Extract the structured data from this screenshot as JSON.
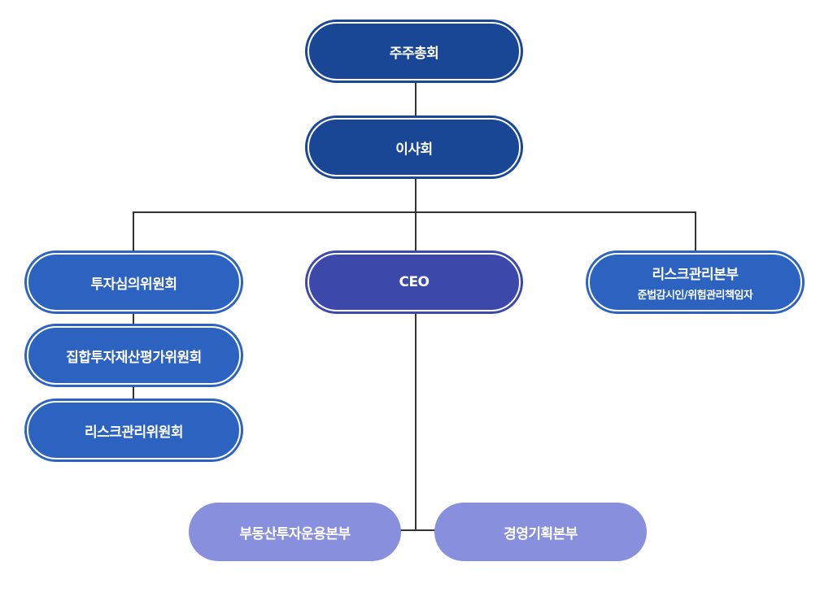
{
  "chart_data": {
    "type": "org-chart",
    "nodes": [
      {
        "id": "shareholders",
        "label": "주주총회",
        "parent": null
      },
      {
        "id": "board",
        "label": "이사회",
        "parent": "shareholders"
      },
      {
        "id": "investment-committee",
        "label": "투자심의위원회",
        "parent": "board"
      },
      {
        "id": "valuation-committee",
        "label": "집합투자재산평가위원회",
        "parent": "investment-committee"
      },
      {
        "id": "risk-committee",
        "label": "리스크관리위원회",
        "parent": "valuation-committee"
      },
      {
        "id": "ceo",
        "label": "CEO",
        "parent": "board"
      },
      {
        "id": "risk-division",
        "label": "리스크관리본부",
        "sublabel": "준법감시인/위험관리책임자",
        "parent": "board"
      },
      {
        "id": "real-estate-division",
        "label": "부동산투자운용본부",
        "parent": "ceo"
      },
      {
        "id": "planning-division",
        "label": "경영기획본부",
        "parent": "ceo"
      }
    ]
  },
  "nodes": {
    "shareholders": {
      "label": "주주총회"
    },
    "board": {
      "label": "이사회"
    },
    "investment_committee": {
      "label": "투자심의위원회"
    },
    "valuation_committee": {
      "label": "집합투자재산평가위원회"
    },
    "risk_committee": {
      "label": "리스크관리위원회"
    },
    "ceo": {
      "label": "CEO"
    },
    "risk_division": {
      "label": "리스크관리본부",
      "sublabel": "준법감시인/위험관리책임자"
    },
    "real_estate_division": {
      "label": "부동산투자운용본부"
    },
    "planning_division": {
      "label": "경영기획본부"
    }
  },
  "colors": {
    "navy": "#1a4795",
    "blue": "#2d63c0",
    "indigo": "#3c49aa",
    "lavender": "#8890dd",
    "connector": "#333333"
  }
}
